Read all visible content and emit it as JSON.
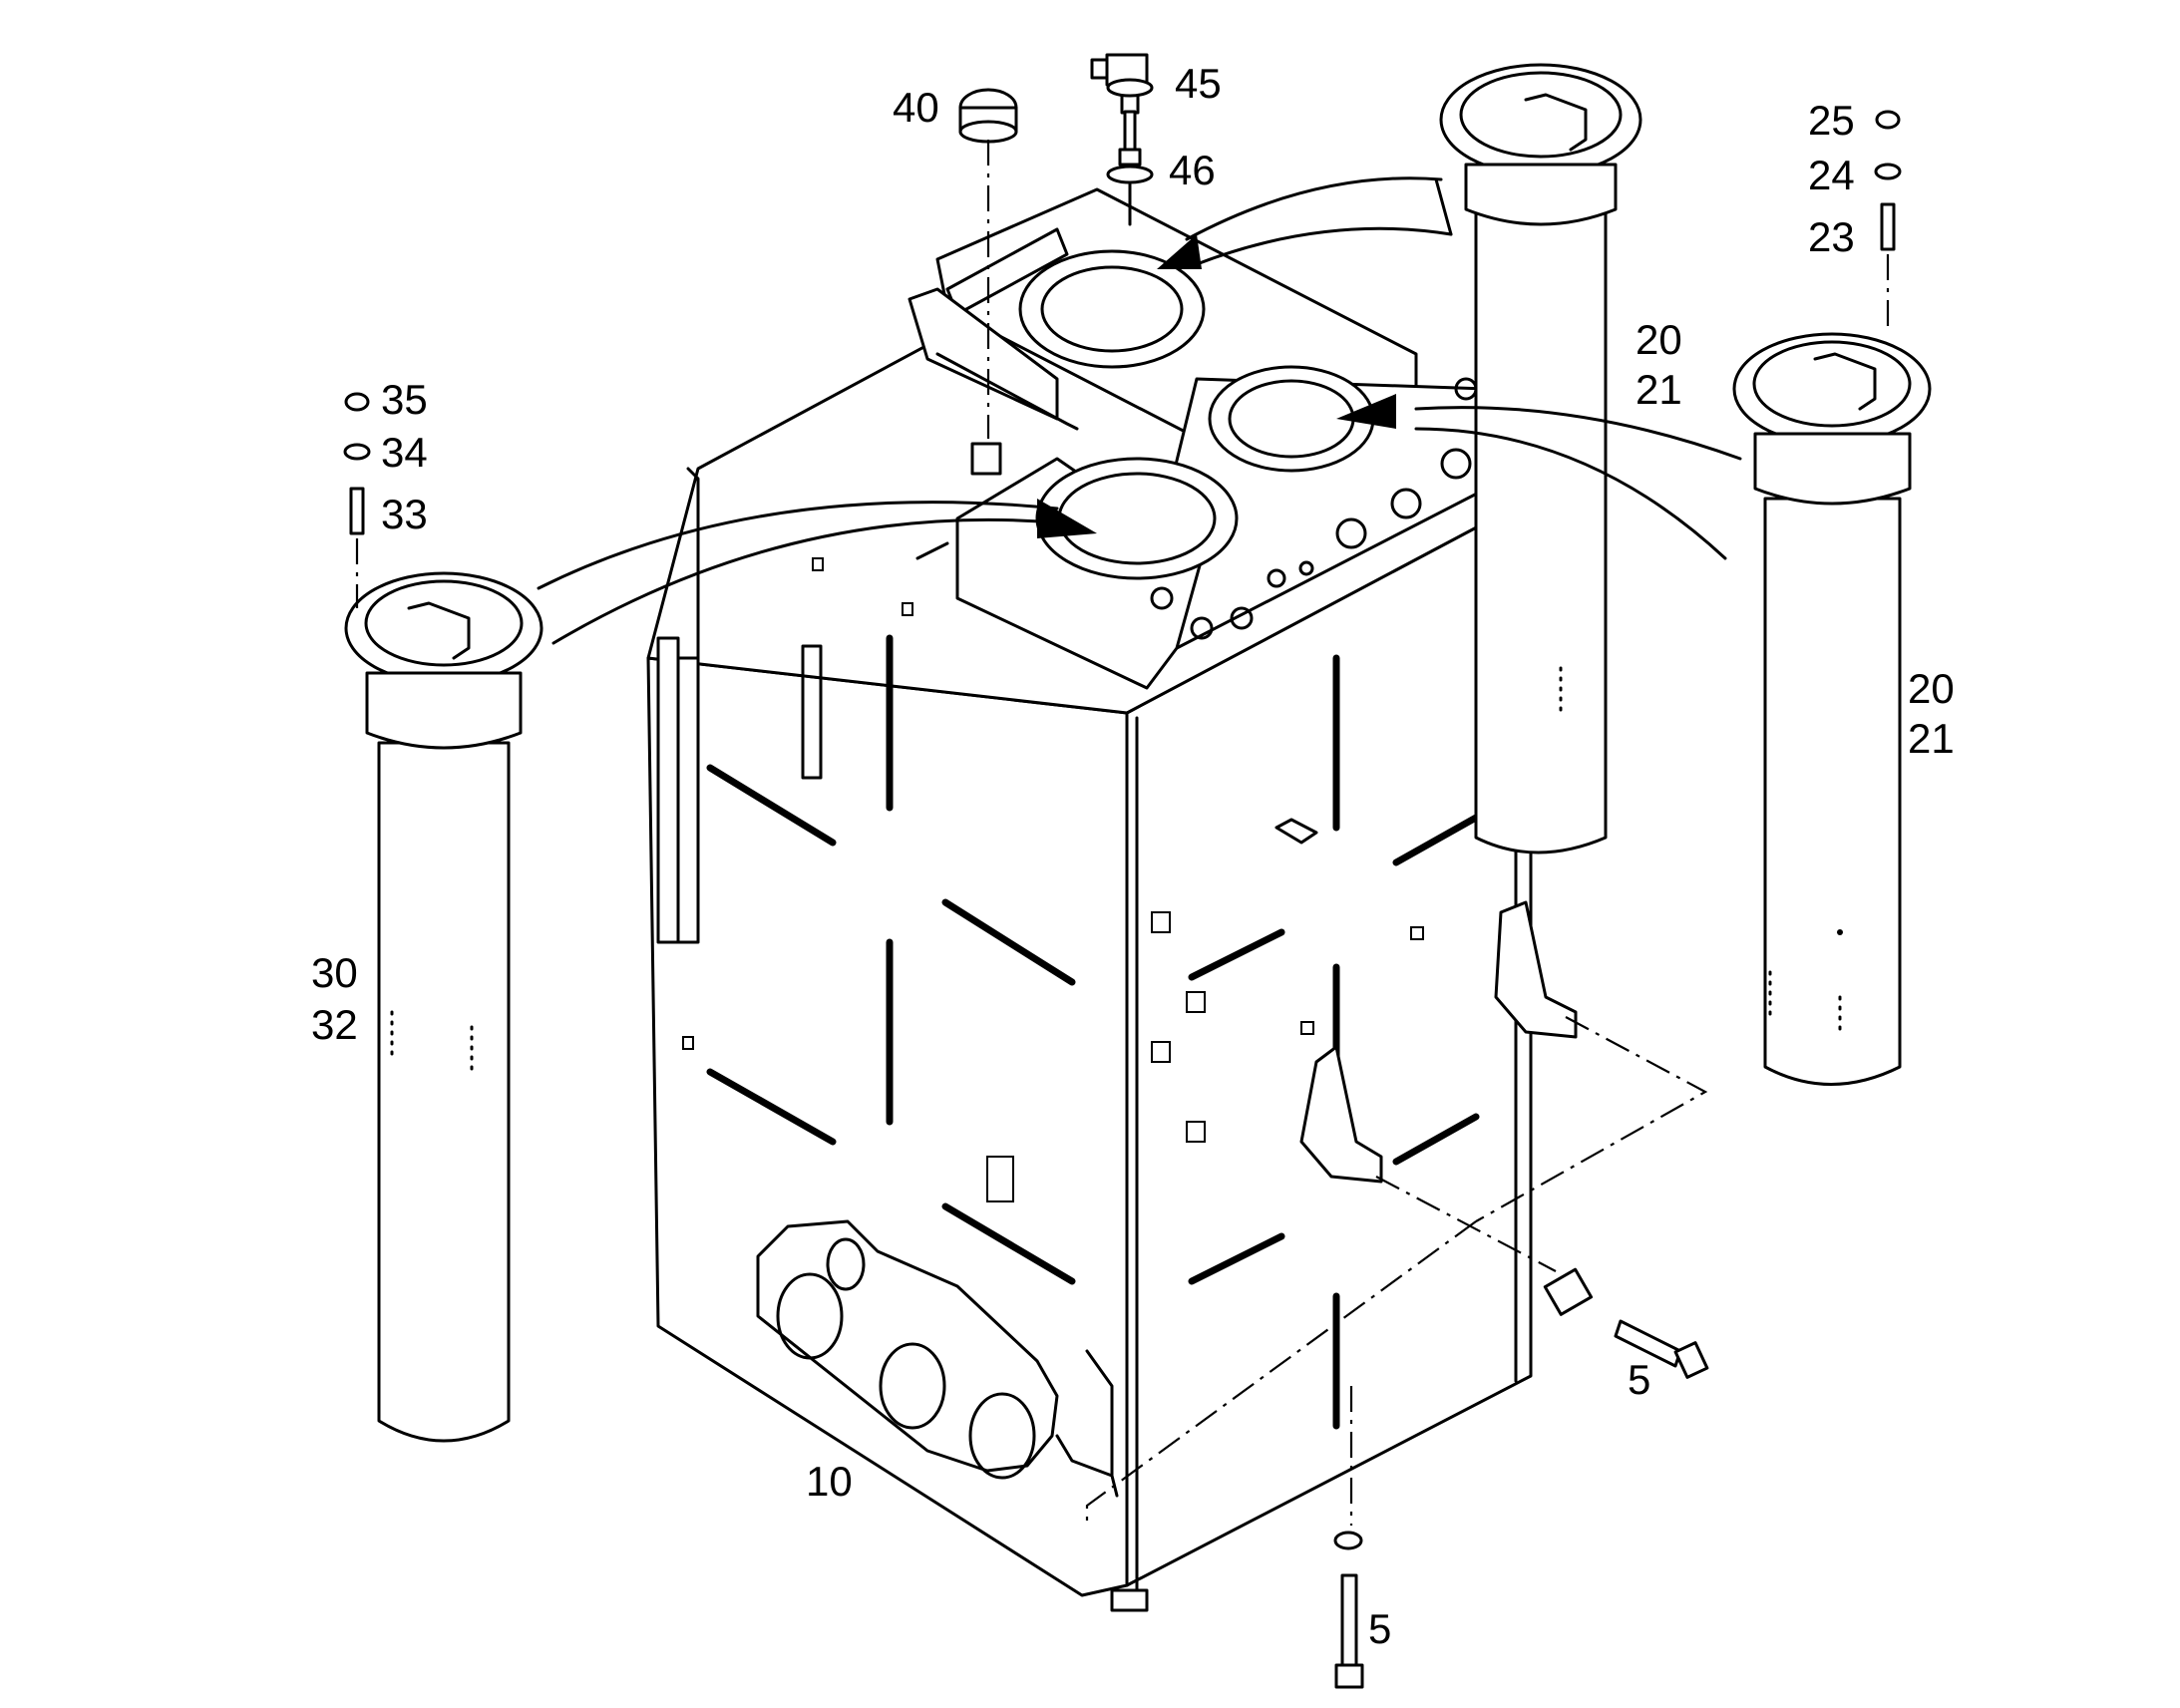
{
  "callouts": {
    "c40": "40",
    "c45": "45",
    "c46": "46",
    "c25": "25",
    "c24": "24",
    "c23": "23",
    "c20a": "20",
    "c21a": "21",
    "c20b": "20",
    "c21b": "21",
    "c35": "35",
    "c34": "34",
    "c33": "33",
    "c30": "30",
    "c32": "32",
    "c10": "10",
    "c5a": "5",
    "c5b": "5"
  }
}
